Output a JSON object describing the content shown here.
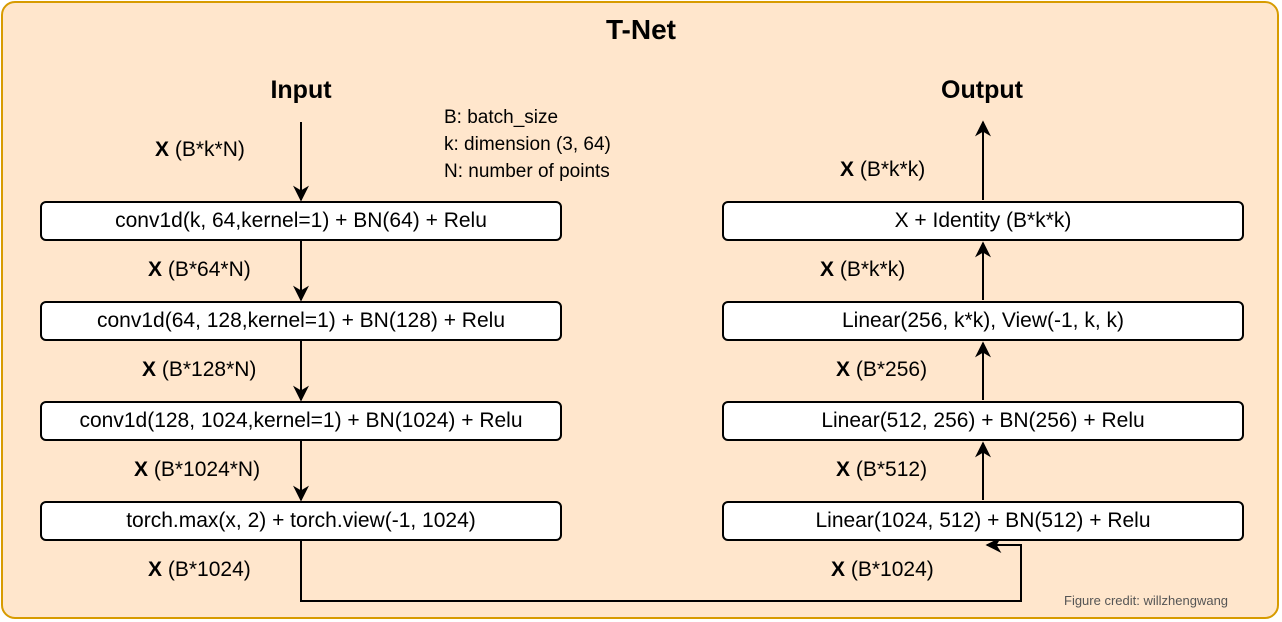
{
  "title": "T-Net",
  "input_heading": "Input",
  "output_heading": "Output",
  "legend": [
    "B: batch_size",
    "k: dimension (3, 64)",
    "N: number of points"
  ],
  "left_boxes": [
    "conv1d(k, 64,kernel=1) + BN(64) + Relu",
    "conv1d(64, 128,kernel=1) + BN(128) + Relu",
    "conv1d(128, 1024,kernel=1) + BN(1024) + Relu",
    "torch.max(x, 2) + torch.view(-1, 1024)"
  ],
  "right_boxes": [
    "X + Identity (B*k*k)",
    "Linear(256, k*k), View(-1, k, k)",
    "Linear(512, 256) + BN(256) + Relu",
    "Linear(1024, 512) + BN(512) + Relu"
  ],
  "left_labels": [
    {
      "var": "X",
      "shape": "(B*k*N)"
    },
    {
      "var": "X",
      "shape": "(B*64*N)"
    },
    {
      "var": "X",
      "shape": "(B*128*N)"
    },
    {
      "var": "X",
      "shape": "(B*1024*N)"
    },
    {
      "var": "X",
      "shape": "(B*1024)"
    }
  ],
  "right_labels": [
    {
      "var": "X",
      "shape": "(B*k*k)"
    },
    {
      "var": "X",
      "shape": "(B*k*k)"
    },
    {
      "var": "X",
      "shape": "(B*256)"
    },
    {
      "var": "X",
      "shape": "(B*512)"
    },
    {
      "var": "X",
      "shape": "(B*1024)"
    }
  ],
  "credit": "Figure credit: willzhengwang"
}
